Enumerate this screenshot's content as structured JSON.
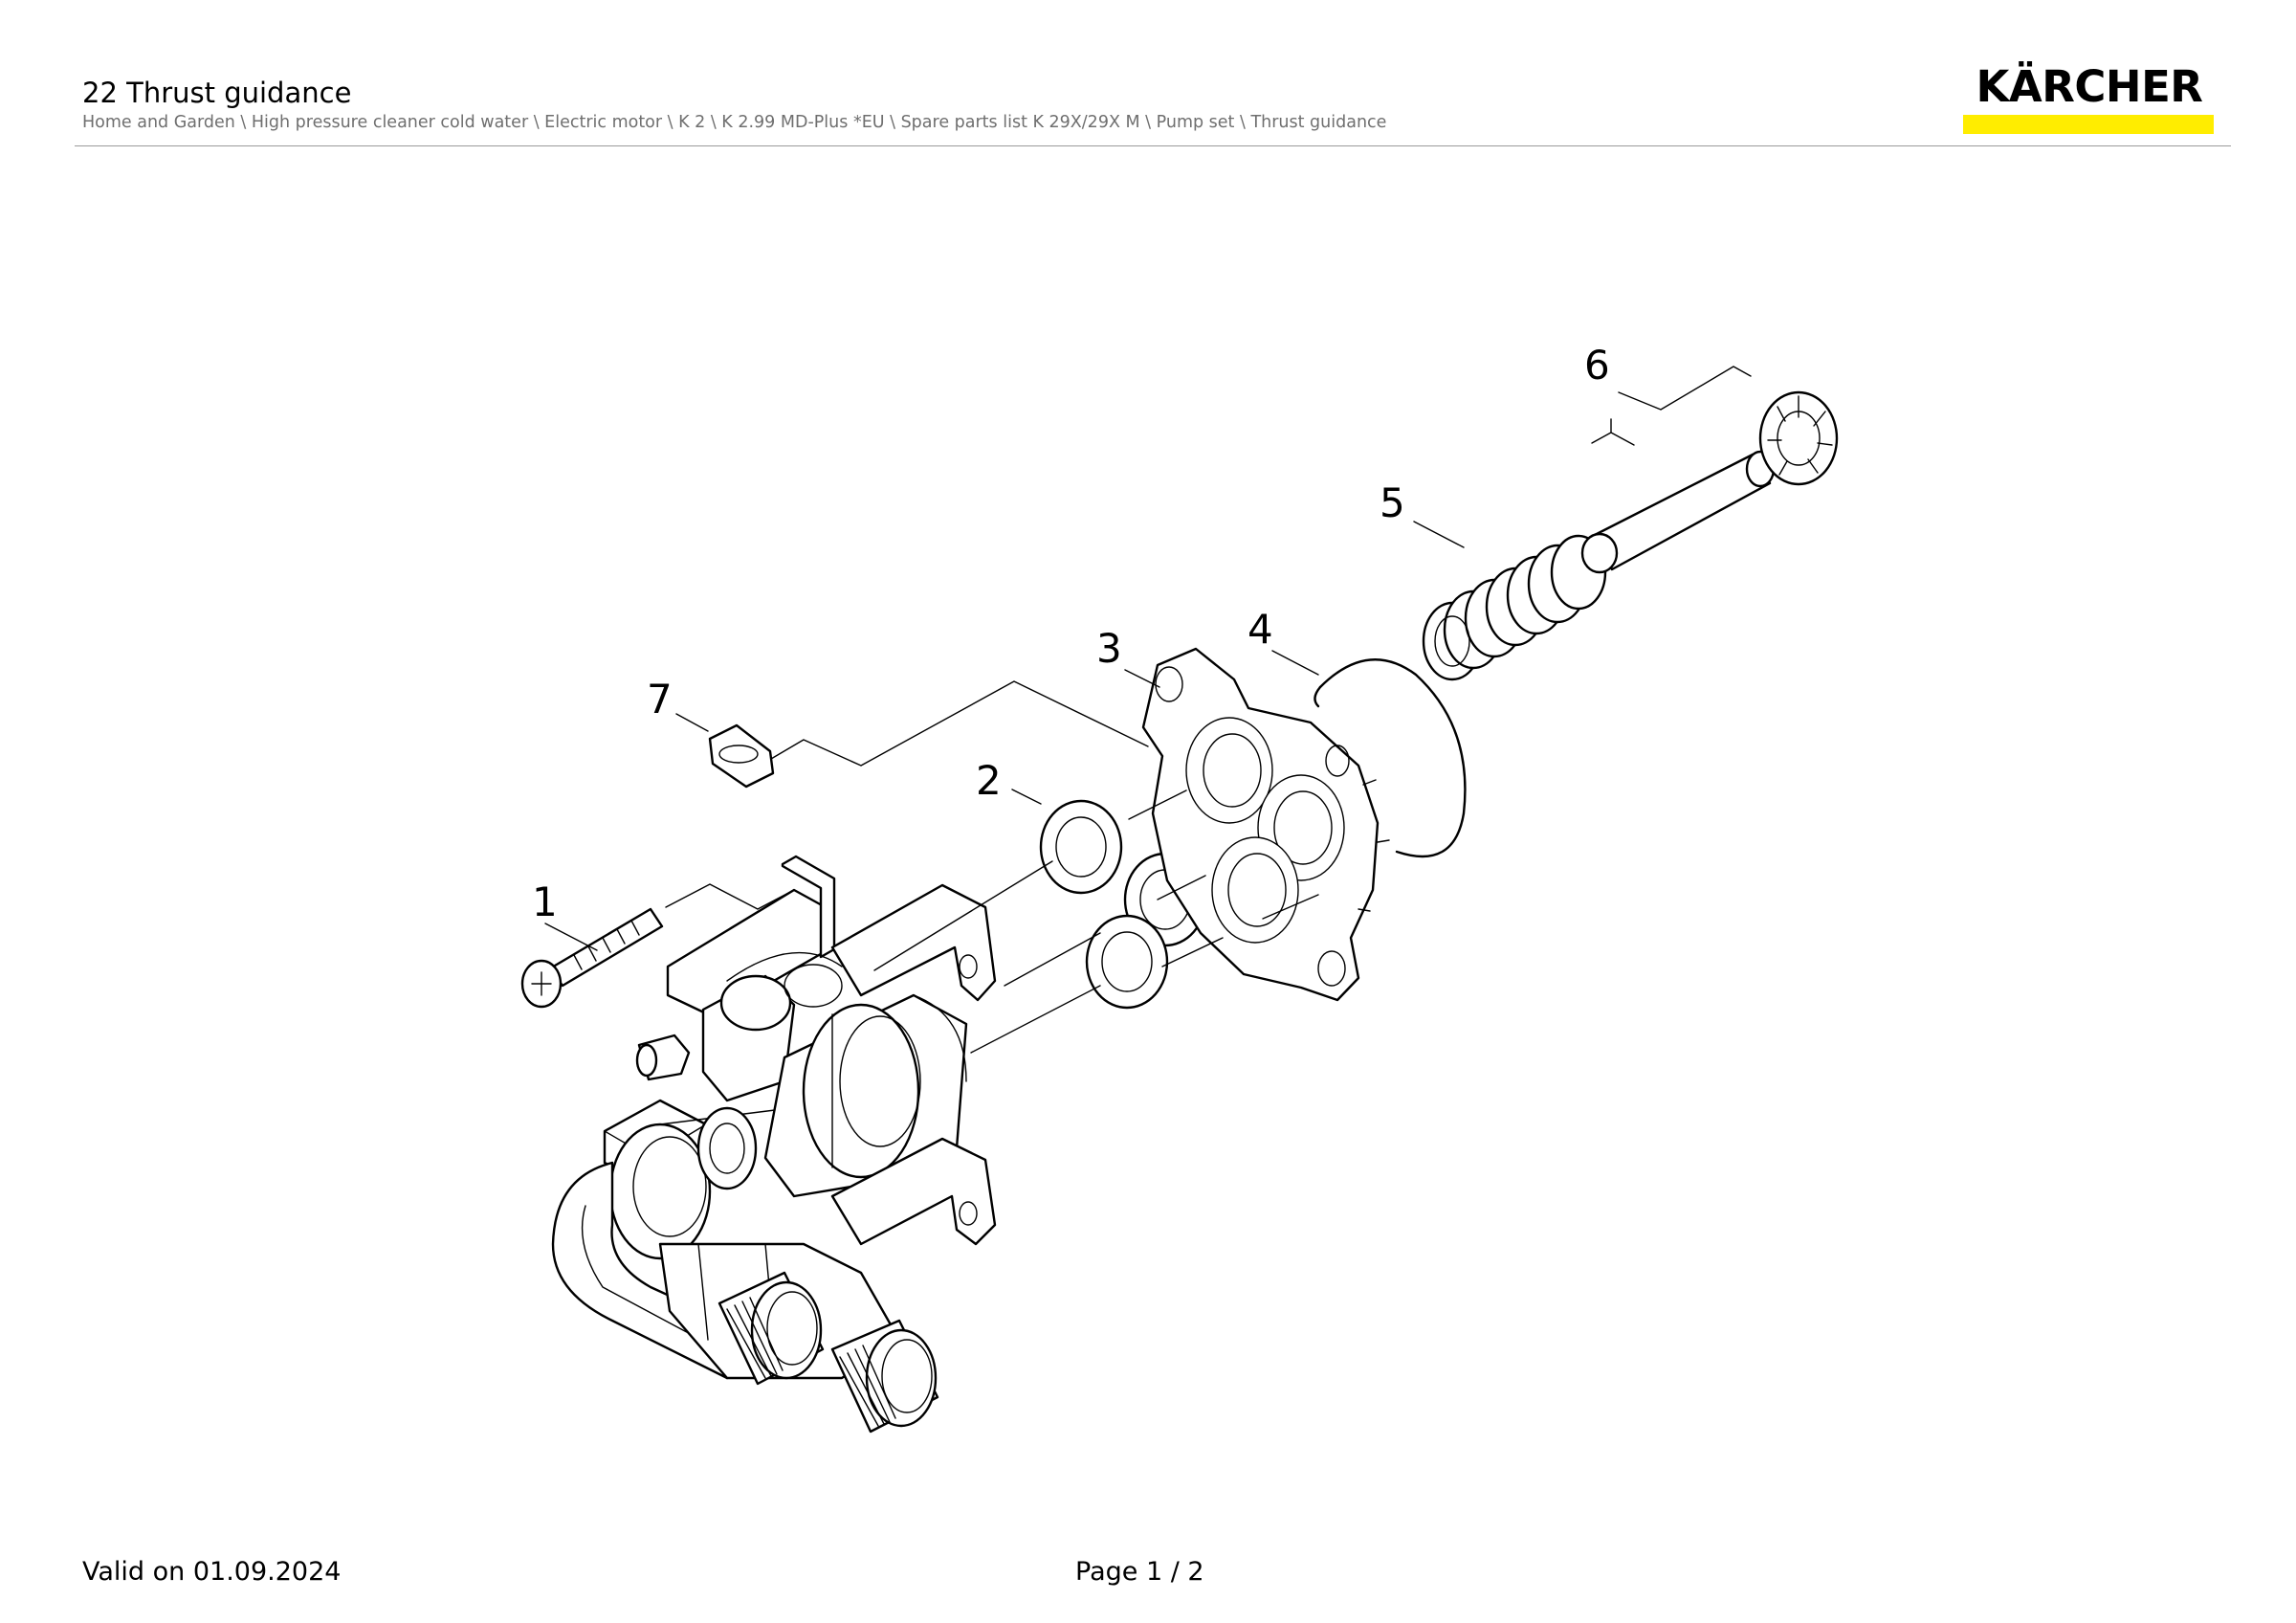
{
  "header": {
    "title": "22 Thrust guidance",
    "breadcrumb": "Home and Garden \\ High pressure cleaner cold water \\ Electric motor \\ K 2 \\ K 2.99 MD-Plus *EU \\ Spare parts list K 29X/29X M \\ Pump set \\ Thrust guidance",
    "logo_text": "KÄRCHER",
    "logo_bar_color": "#ffed00"
  },
  "diagram": {
    "callouts": [
      "1",
      "2",
      "3",
      "4",
      "5",
      "6",
      "7"
    ]
  },
  "footer": {
    "valid": "Valid on 01.09.2024",
    "page": "Page 1 / 2"
  }
}
